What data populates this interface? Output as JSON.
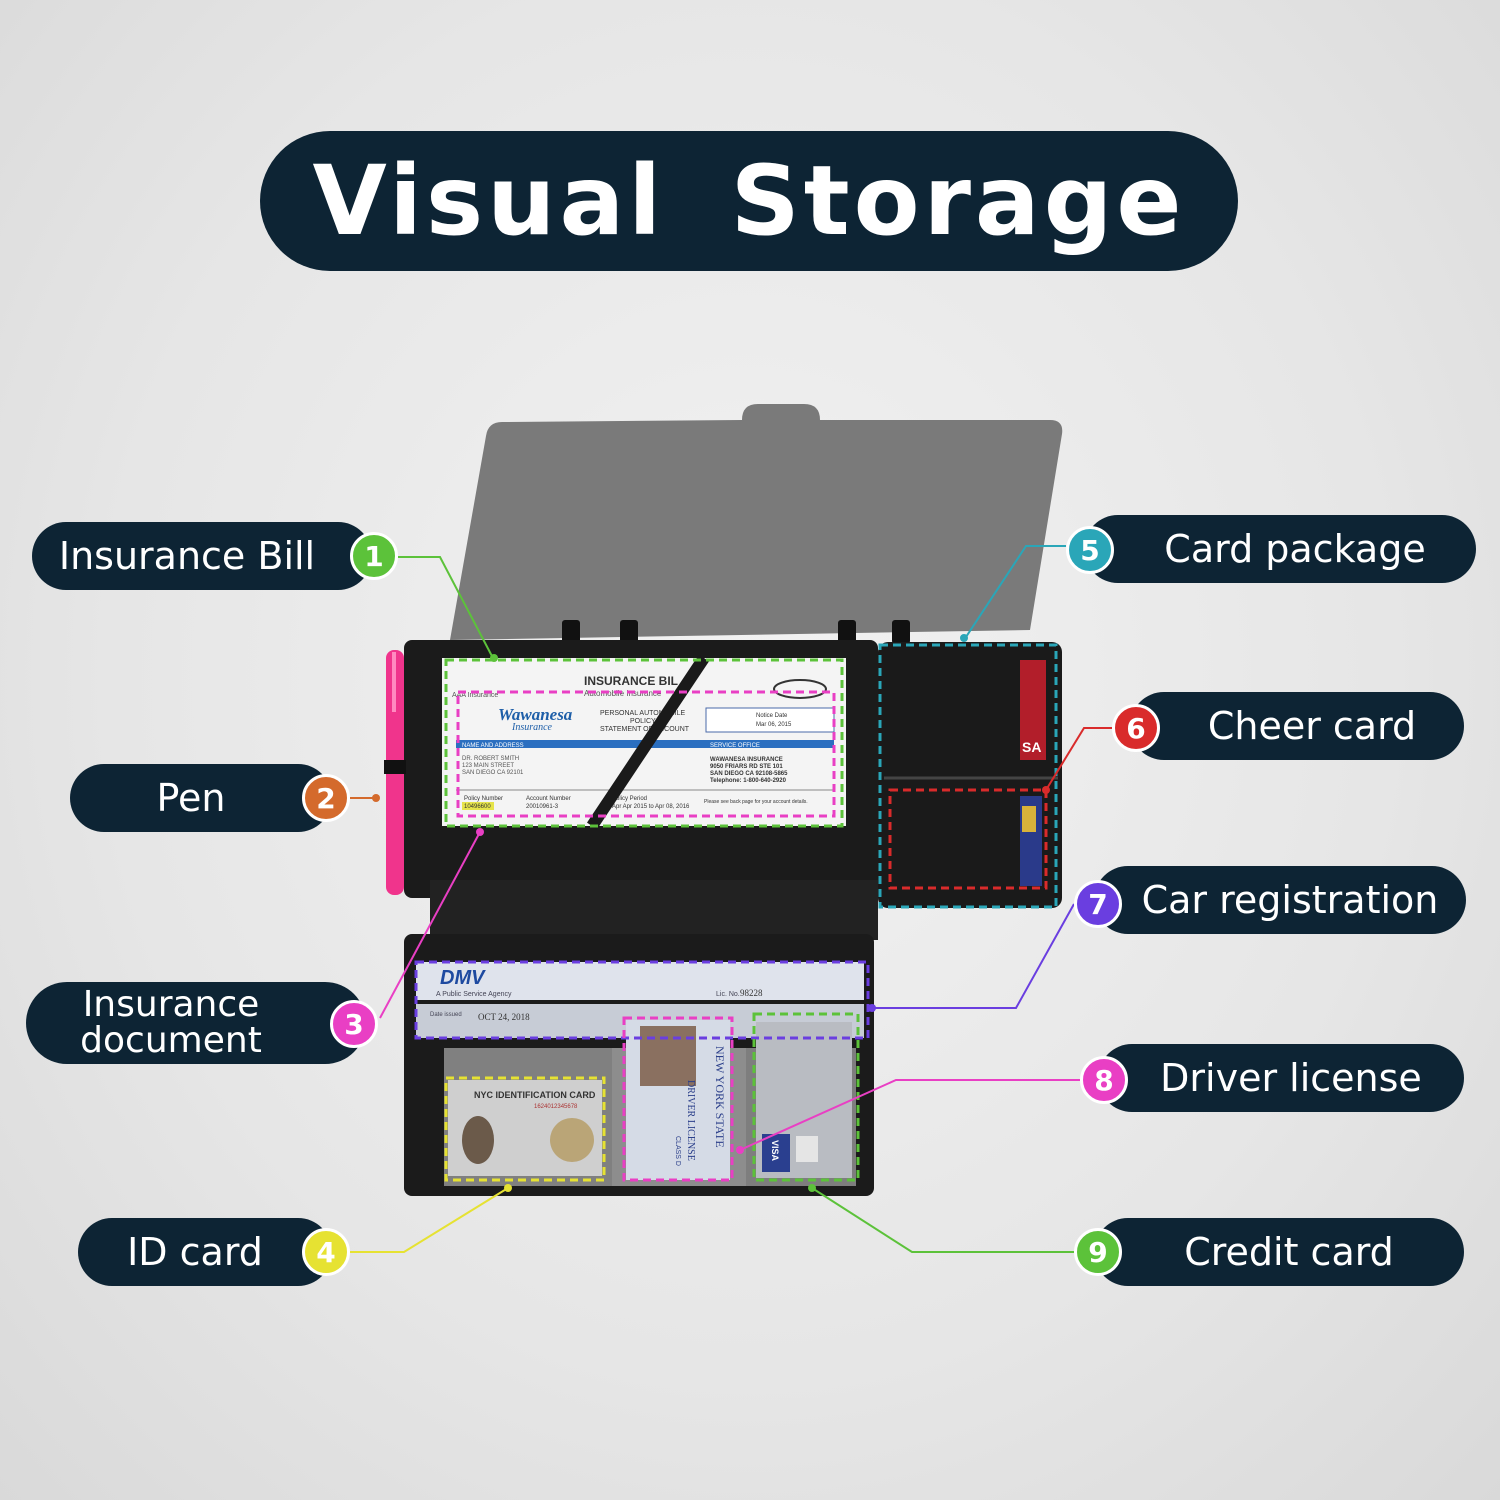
{
  "title": "Visual Storage",
  "callouts": [
    {
      "num": "1",
      "label": "Insurance Bill",
      "color": "#5cc23a"
    },
    {
      "num": "2",
      "label": "Pen",
      "color": "#d46a2c"
    },
    {
      "num": "3",
      "label": "Insurance document",
      "color": "#e93fc4"
    },
    {
      "num": "4",
      "label": "ID card",
      "color": "#e6e232"
    },
    {
      "num": "5",
      "label": "Card package",
      "color": "#2aa6b8"
    },
    {
      "num": "6",
      "label": "Cheer card",
      "color": "#d92b2b"
    },
    {
      "num": "7",
      "label": "Car registration",
      "color": "#6a3ee0"
    },
    {
      "num": "8",
      "label": "Driver license",
      "color": "#e93fc4"
    },
    {
      "num": "9",
      "label": "Credit card",
      "color": "#5cc23a"
    }
  ],
  "insurance_card": {
    "header": "INSURANCE BIL",
    "subheader": "Automobile Insurance",
    "brand_left": "AAA Insurance",
    "company": "Wawanesa",
    "company_sub": "Insurance",
    "policy_line1": "PERSONAL AUTOMOBILE",
    "policy_line2": "POLICY",
    "policy_line3": "STATEMENT OF ACCOUNT",
    "notice_label": "Notice Date",
    "notice_date": "Mar 06, 2015",
    "name_label": "NAME AND ADDRESS",
    "service_label": "SERVICE OFFICE",
    "name1": "DR. ROBERT SMITH",
    "name2": "123 MAIN STREET",
    "name3": "SAN DIEGO CA 92101",
    "office1": "WAWANESA INSURANCE",
    "office2": "9050 FRIARS RD STE 101",
    "office3": "SAN DIEGO CA 92108-5865",
    "office4": "Telephone: 1-800-640-2920",
    "policy_no_label": "Policy Number",
    "policy_no": "10496600",
    "account_label": "Account Number",
    "account_no": "20010961-3",
    "period_label": "Policy Period",
    "period": "Apr Apr 2015 to Apr 08, 2016",
    "footer": "Please see back page for your account details."
  },
  "registration": {
    "brand": "DMV",
    "agency": "A Public Service Agency",
    "lic_label": "Lic. No.",
    "lic_no": "98228",
    "date_label": "Date issued",
    "date": "OCT 24, 2018"
  },
  "id_card": {
    "title": "NYC IDENTIFICATION CARD",
    "number": "1624012345678"
  },
  "license": {
    "state": "NEW YORK STATE",
    "type": "DRIVER LICENSE",
    "class": "CLASS D"
  },
  "credit_card": {
    "brand": "VISA"
  },
  "card_slot_text": "SA"
}
